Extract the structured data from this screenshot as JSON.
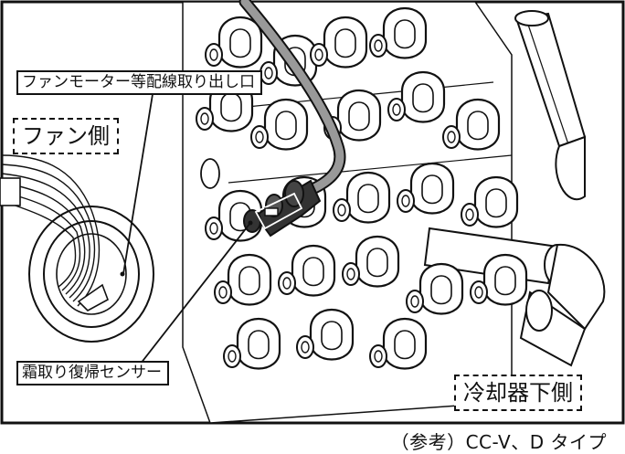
{
  "labels": {
    "wiring_outlet": "ファンモーター等配線取り出し口",
    "fan_side": "ファン側",
    "sensor": "霜取り復帰センサー",
    "cooler_bottom": "冷却器下側"
  },
  "caption": "（参考）CC-V、D タイプ"
}
